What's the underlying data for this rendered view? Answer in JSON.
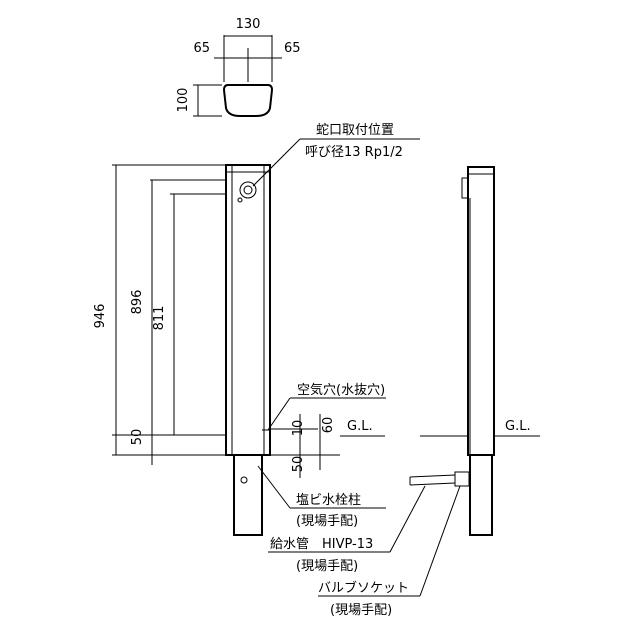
{
  "labels": {
    "faucet_position": "蛇口取付位置",
    "faucet_spec": "呼び径13 Rp1/2",
    "air_hole": "空気穴(水抜穴)",
    "gl_front": "G.L.",
    "gl_side": "G.L.",
    "pvc_post": "塩ビ水栓柱",
    "pvc_post_note": "(現場手配)",
    "supply_pipe": "給水管　HIVP-13",
    "supply_pipe_note": "(現場手配)",
    "valve_socket": "バルブソケット",
    "valve_socket_note": "(現場手配)"
  },
  "dimensions": {
    "top_width": "130",
    "top_left_half": "65",
    "top_right_half": "65",
    "top_depth": "100",
    "height_total": "946",
    "height_faucet": "896",
    "height_air_hole": "811",
    "base_offset": "50",
    "below_ground": "50",
    "air_hole_10": "10",
    "air_hole_60": "60"
  }
}
